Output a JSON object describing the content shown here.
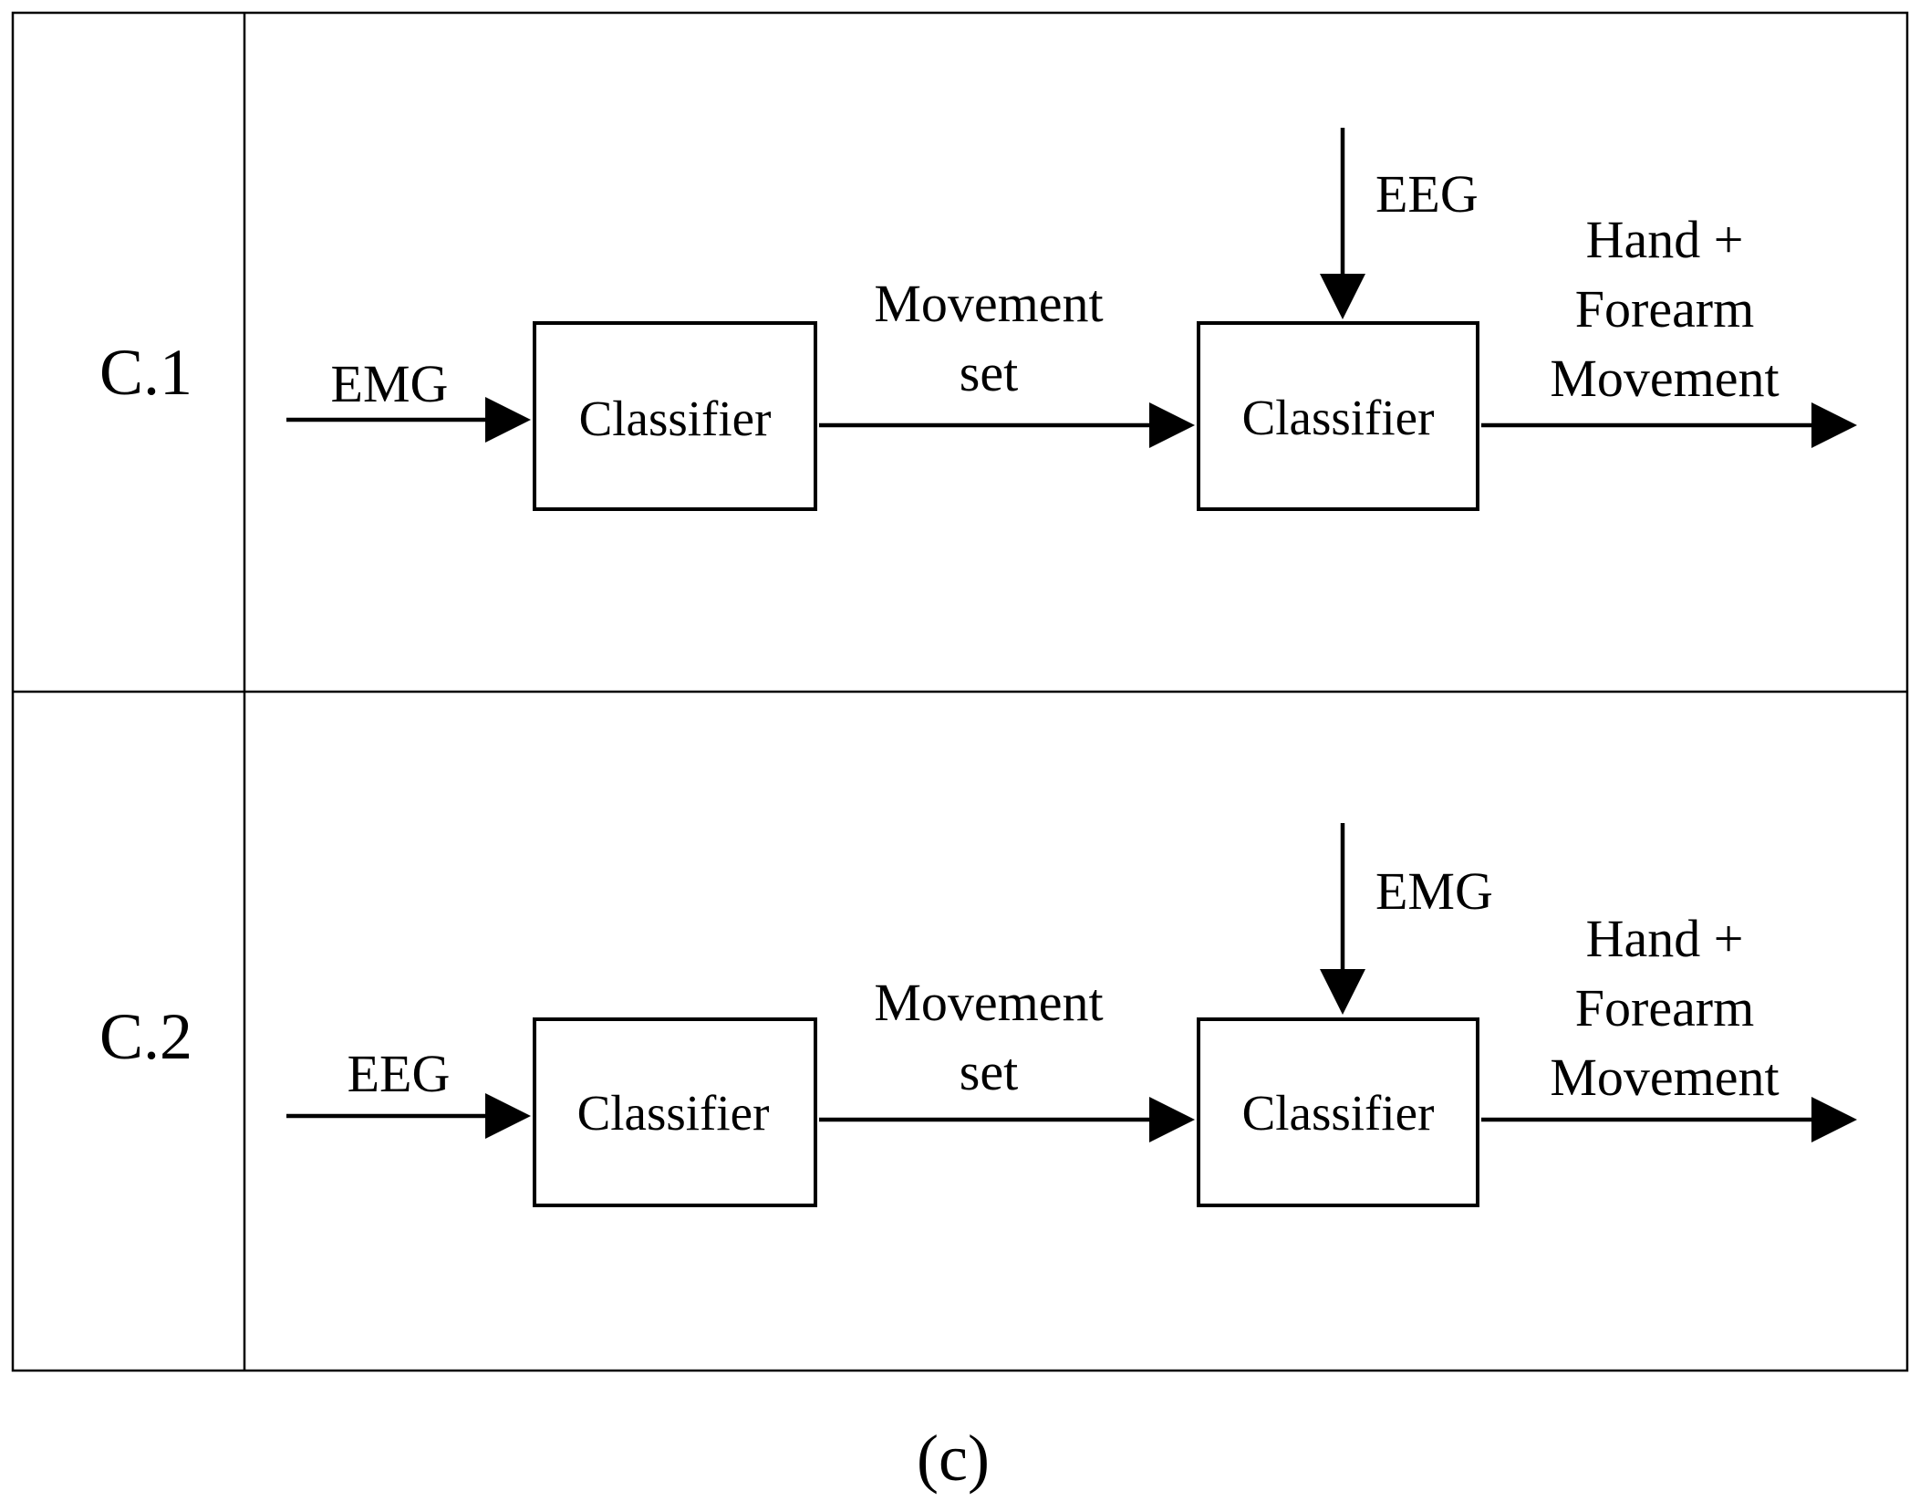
{
  "figure_label": "(c)",
  "rows": [
    {
      "id": "C.1",
      "label": "C.1",
      "input": "EMG",
      "stage1": "Classifier",
      "intermediate": [
        "Movement",
        "set"
      ],
      "side_input": "EEG",
      "stage2": "Classifier",
      "output": [
        "Hand +",
        "Forearm",
        "Movement"
      ]
    },
    {
      "id": "C.2",
      "label": "C.2",
      "input": "EEG",
      "stage1": "Classifier",
      "intermediate": [
        "Movement",
        "set"
      ],
      "side_input": "EMG",
      "stage2": "Classifier",
      "output": [
        "Hand +",
        "Forearm",
        "Movement"
      ]
    }
  ]
}
